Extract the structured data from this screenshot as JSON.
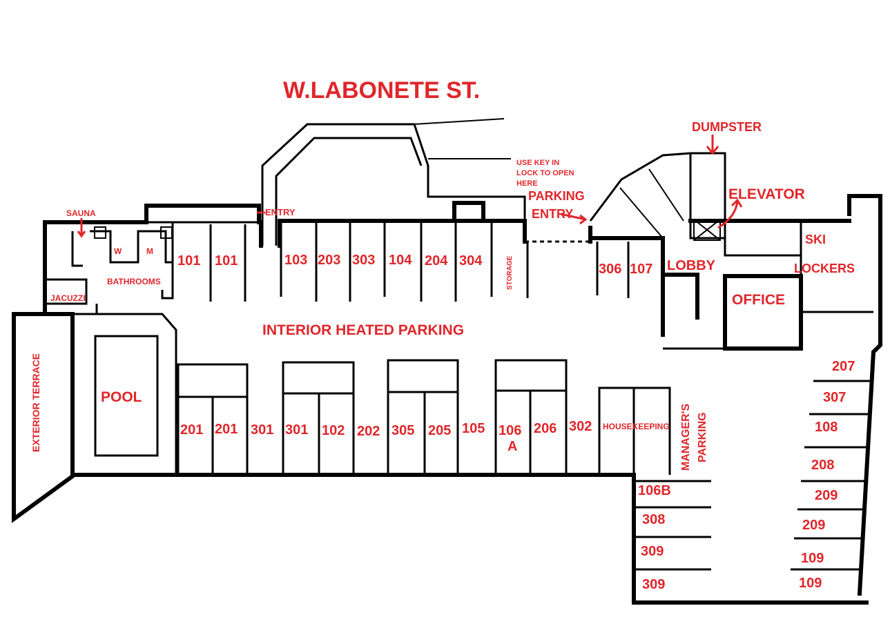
{
  "street": "W.LABONETE ST.",
  "areas": {
    "sauna": "SAUNA",
    "women": "W",
    "men": "M",
    "bathrooms": "BATHROOMS",
    "jacuzzi": "JACUZZI",
    "entry": "ENTRY",
    "exterior_terrace": "EXTERIOR TERRACE",
    "pool": "POOL",
    "interior_parking": "INTERIOR HEATED PARKING",
    "storage": "STORAGE",
    "key_note_1": "USE KEY IN",
    "key_note_2": "LOCK TO OPEN",
    "key_note_3": "HERE",
    "parking_entry_1": "PARKING",
    "parking_entry_2": "ENTRY",
    "dumpster": "DUMPSTER",
    "elevator": "ELEVATOR",
    "lobby": "LOBBY",
    "office": "OFFICE",
    "ski": "SKI",
    "lockers": "LOCKERS",
    "housekeeping": "HOUSEKEEPING",
    "managers_1": "MANAGER'S",
    "managers_2": "PARKING"
  },
  "top_stalls": [
    "101",
    "101",
    "103",
    "203",
    "303",
    "104",
    "204",
    "304",
    "306",
    "107"
  ],
  "bottom_stalls": [
    "201",
    "201",
    "301",
    "301",
    "102",
    "202",
    "305",
    "205",
    "105",
    "106",
    "A",
    "206",
    "302"
  ],
  "right_stalls": [
    "207",
    "307",
    "108",
    "208",
    "209",
    "209",
    "109",
    "109"
  ],
  "lower_left_stalls": [
    "106B",
    "308",
    "309",
    "309"
  ],
  "colors": {
    "label": "#e0262b",
    "wall": "#000000"
  }
}
